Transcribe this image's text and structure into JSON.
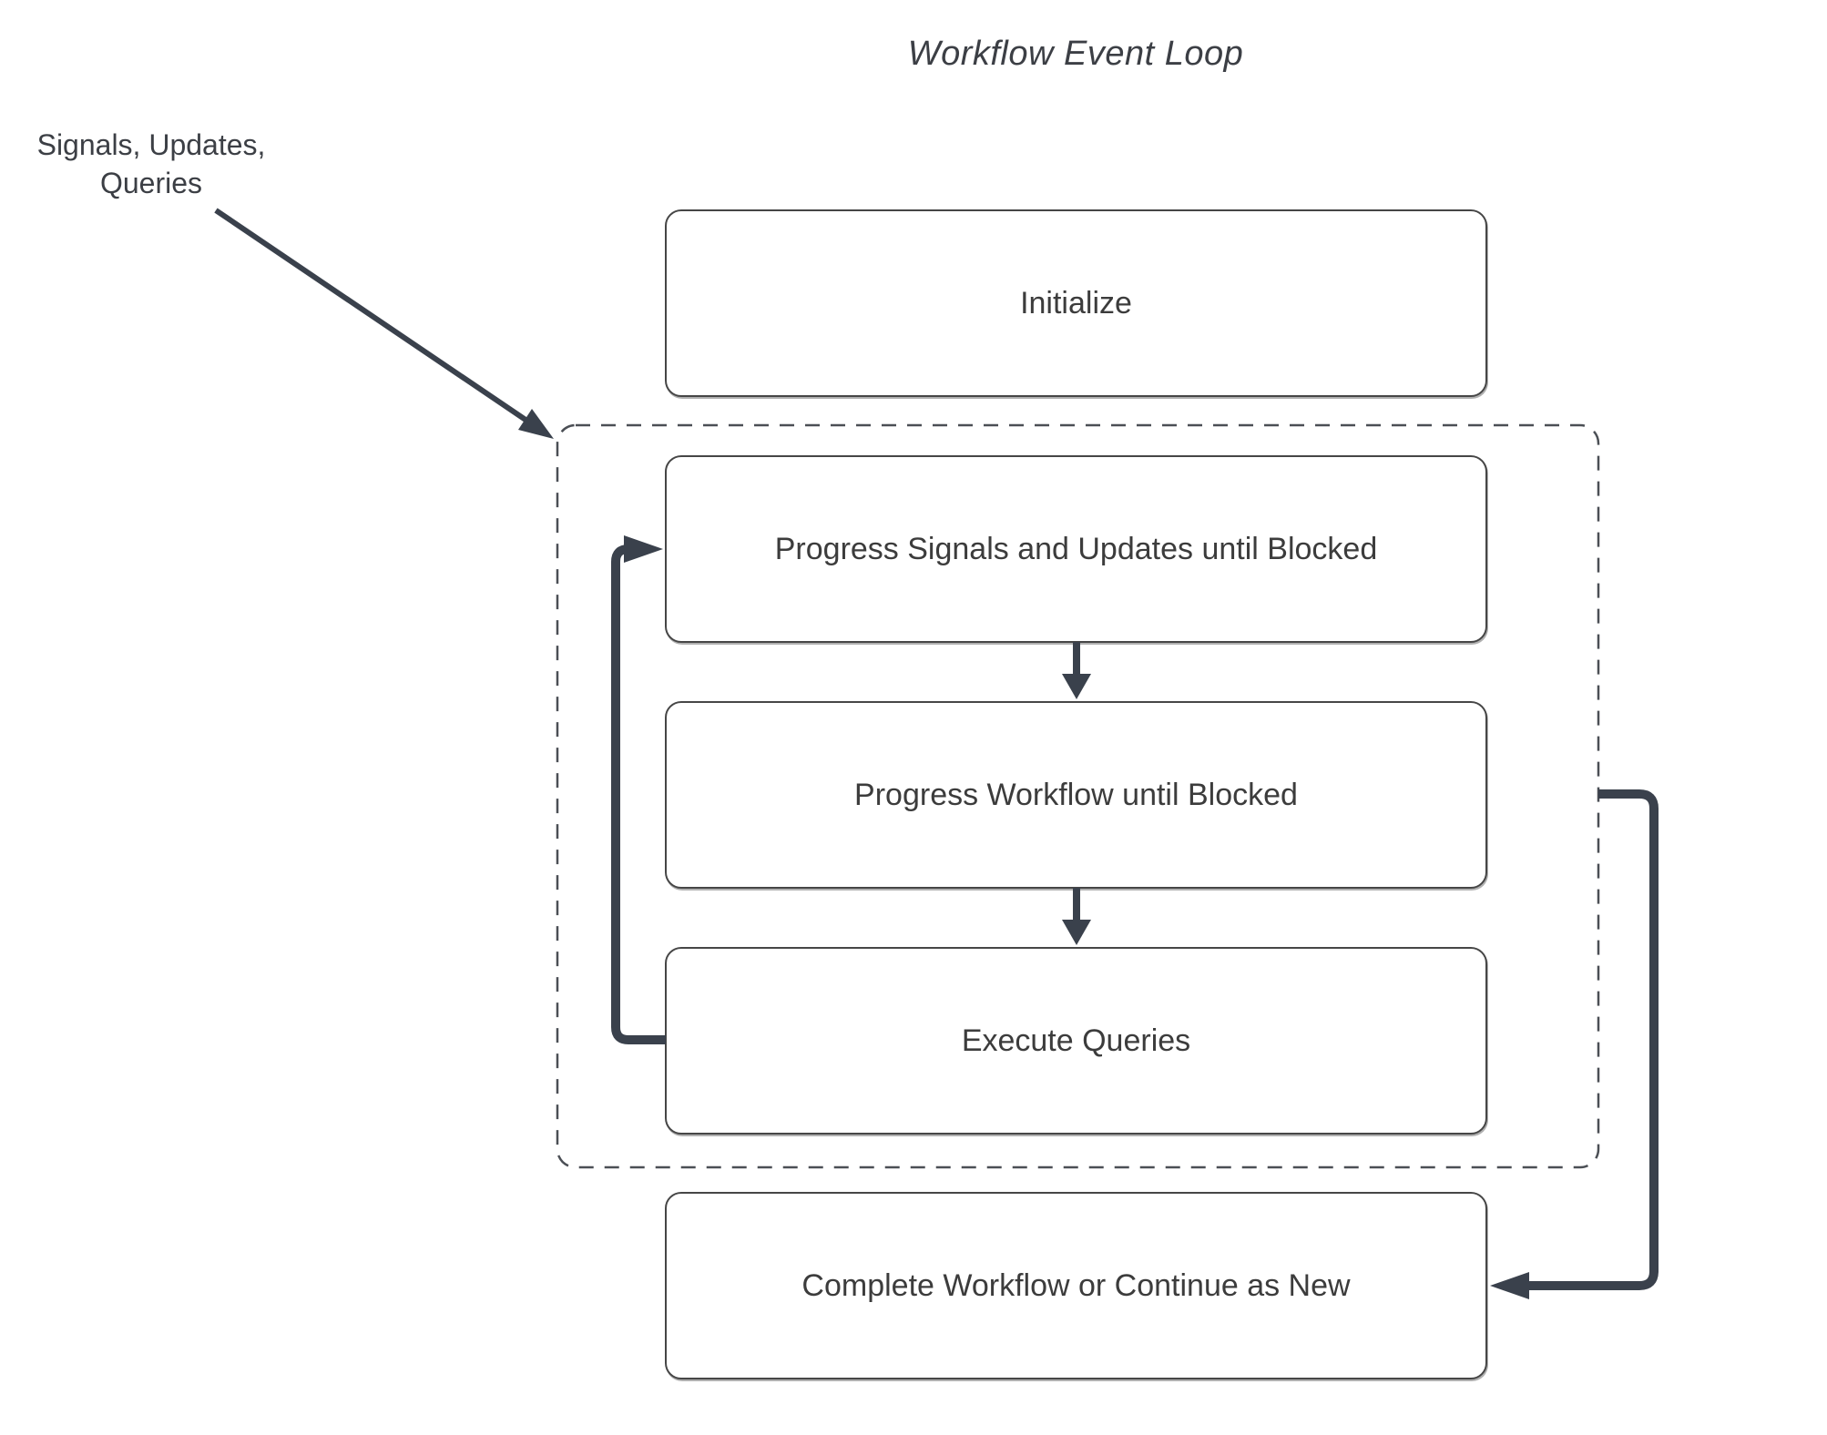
{
  "diagram": {
    "title": "Workflow Event Loop",
    "input_label": {
      "line1": "Signals, Updates,",
      "line2": "Queries"
    },
    "nodes": [
      {
        "id": "initialize",
        "label": "Initialize"
      },
      {
        "id": "progress-signals",
        "label": "Progress Signals and Updates until Blocked"
      },
      {
        "id": "progress-workflow",
        "label": "Progress Workflow until Blocked"
      },
      {
        "id": "execute-queries",
        "label": "Execute Queries"
      },
      {
        "id": "complete-workflow",
        "label": "Complete Workflow or Continue as New"
      }
    ],
    "groups": [
      {
        "id": "event-loop-group",
        "style": "dashed",
        "contains": [
          "progress-signals",
          "progress-workflow",
          "execute-queries"
        ]
      }
    ],
    "edges": [
      {
        "from": "input-label",
        "to": "event-loop-group",
        "kind": "diagonal-arrow"
      },
      {
        "from": "progress-signals",
        "to": "progress-workflow",
        "kind": "down-arrow"
      },
      {
        "from": "progress-workflow",
        "to": "execute-queries",
        "kind": "down-arrow"
      },
      {
        "from": "execute-queries",
        "to": "progress-signals",
        "kind": "loop-back-arrow"
      },
      {
        "from": "event-loop-group",
        "to": "complete-workflow",
        "kind": "elbow-arrow"
      }
    ],
    "colors": {
      "background": "#FFFFFF",
      "arrow": "#3A414C",
      "box_border": "#464646",
      "dashed_border": "#4B4F55",
      "text": "#3C3C3C"
    }
  }
}
